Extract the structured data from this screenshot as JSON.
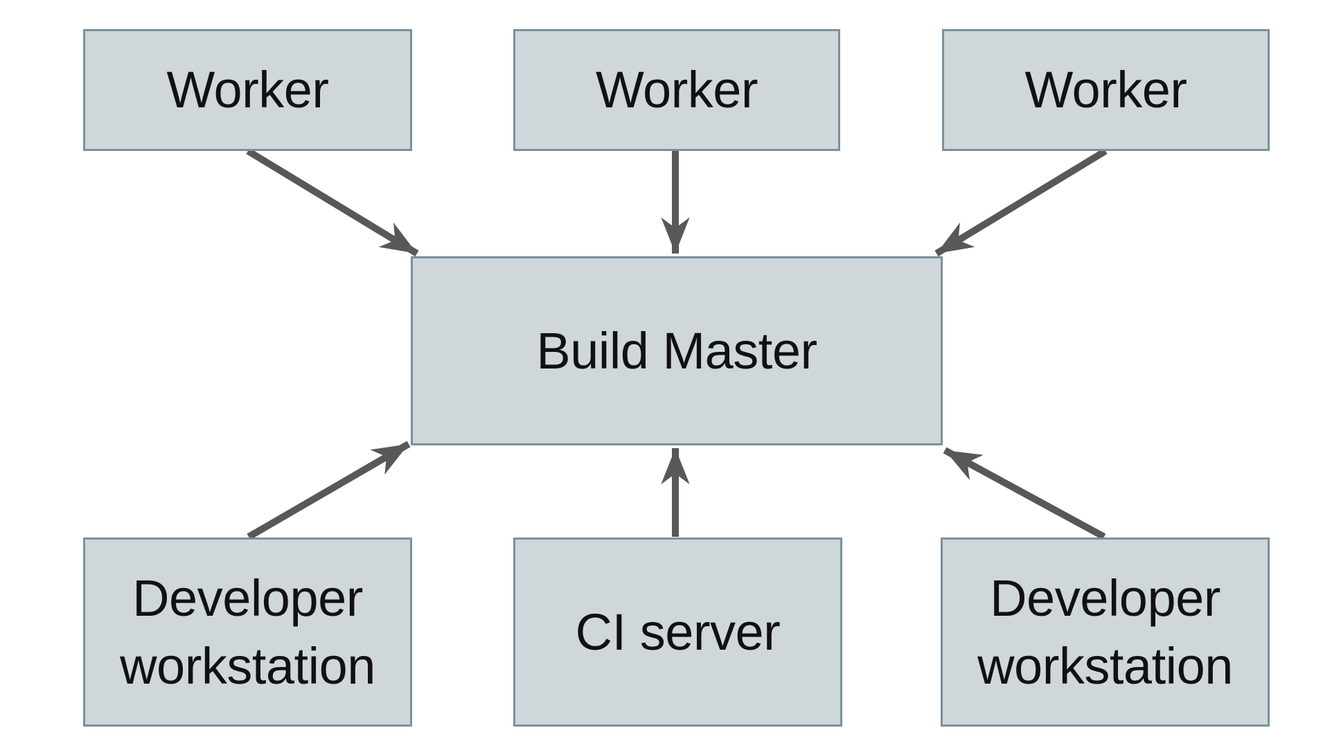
{
  "colors": {
    "background": "#ffffff",
    "node_fill": "#cfd7da",
    "node_border": "#7b909c",
    "arrow": "#58585a",
    "text": "#111111"
  },
  "nodes": [
    {
      "id": "worker-1",
      "label": "Worker"
    },
    {
      "id": "worker-2",
      "label": "Worker"
    },
    {
      "id": "worker-3",
      "label": "Worker"
    },
    {
      "id": "build-master",
      "label": "Build Master"
    },
    {
      "id": "dev-workstation-left",
      "label": "Developer workstation"
    },
    {
      "id": "ci-server",
      "label": "CI server"
    },
    {
      "id": "dev-workstation-right",
      "label": "Developer workstation"
    }
  ],
  "edges": [
    {
      "from": "worker-1",
      "to": "build-master"
    },
    {
      "from": "worker-2",
      "to": "build-master"
    },
    {
      "from": "worker-3",
      "to": "build-master"
    },
    {
      "from": "dev-workstation-left",
      "to": "build-master"
    },
    {
      "from": "ci-server",
      "to": "build-master"
    },
    {
      "from": "dev-workstation-right",
      "to": "build-master"
    }
  ]
}
